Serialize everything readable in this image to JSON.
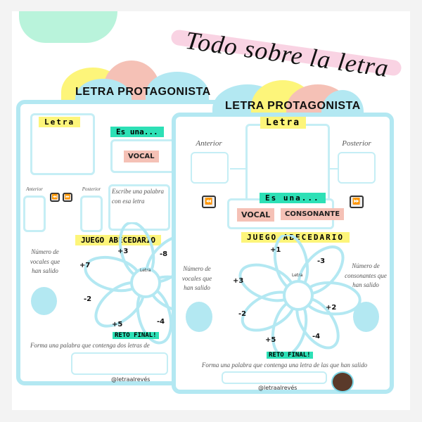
{
  "banner": {
    "title": "Todo sobre la letra"
  },
  "back_sheet": {
    "header": "LETRA PROTAGONISTA",
    "letra_label": "Letra",
    "es_una_label": "Es una...",
    "vocal": "VOCAL",
    "anterior": "Anterior",
    "posterior": "Posterior",
    "escribe": "Escribe una palabra con esa letra",
    "juego": "JUEGO ABECEDARIO",
    "flower_center": "Letra",
    "petals": [
      "+3",
      "-8",
      "+7",
      "-2",
      "+5",
      "-4"
    ],
    "vocales_text": "Número de vocales que han salido",
    "reto": "RETO FINAL!",
    "reto_text": "Forma una palabra que contenga dos letras de",
    "handle": "@letraalrevés"
  },
  "front_sheet": {
    "header": "LETRA PROTAGONISTA",
    "letra_label": "Letra",
    "anterior": "Anterior",
    "posterior": "Posterior",
    "es_una_label": "Es una...",
    "vocal": "VOCAL",
    "consonante": "CONSONANTE",
    "juego": "JUEGO ABECEDARIO",
    "flower_center": "Letra",
    "petals": [
      "+1",
      "-3",
      "+3",
      "+2",
      "-2",
      "-4",
      "+5"
    ],
    "vocales_text": "Número de vocales que han salido",
    "consonantes_text": "Número de consonantes que han salido",
    "reto": "RETO FINAL!",
    "reto_text": "Forma una palabra que contenga una letra de las que han salido",
    "handle": "@letraalrevés"
  },
  "icons": {
    "rewind": "⏪",
    "forward": "⏩"
  }
}
